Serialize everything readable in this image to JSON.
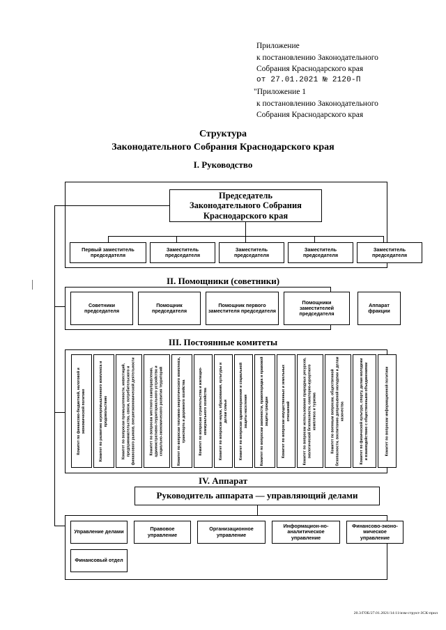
{
  "header": {
    "lines": [
      "Приложение",
      "к постановлению Законодательного",
      "Собрания Краснодарского края"
    ],
    "decree_line": "от 27.01.2021 № 2120-П",
    "quoted_lines": [
      "\"Приложение 1",
      "к постановлению Законодательного",
      "Собрания Краснодарского края"
    ]
  },
  "title": {
    "line1": "Структура",
    "line2": "Законодательного Собрания Краснодарского края"
  },
  "sections": {
    "s1": {
      "title": "I. Руководство"
    },
    "s2": {
      "title": "II. Помощники (советники)"
    },
    "s3": {
      "title": "III. Постоянные комитеты"
    },
    "s4": {
      "title": "IV. Аппарат"
    }
  },
  "leadership": {
    "chairman": "Председатель\nЗаконодательного Собрания\nКраснодарского края",
    "chairman_l1": "Председатель",
    "chairman_l2": "Законодательного Собрания",
    "chairman_l3": "Краснодарского края",
    "deputies": [
      "Первый заместитель председателя",
      "Заместитель председателя",
      "Заместитель председателя",
      "Заместитель председателя",
      "Заместитель председателя"
    ]
  },
  "assistants": {
    "items": [
      "Советники председателя",
      "Помощник председателя",
      "Помощник первого заместителя председателя",
      "Помощники заместителей председателя"
    ],
    "faction_office": "Аппарат фракции"
  },
  "committees": [
    "Комитет по финансово-бюджетной, налоговой и экономической политике",
    "Комитет по развитию агропромышленного комплекса и продовольствию",
    "Комитет по вопросам промышленности, инвестиций, предпринимательства, связи, потребительского и финансового рынков, внешнеэкономической деятельности",
    "Комитет по вопросам местного самоуправления, административно-территориального устройства и социально-экономического развития территорий",
    "Комитет по вопросам топливно-энергетического комплекса, транспорта и дорожного хозяйства",
    "Комитет по вопросам строительства и жилищно-коммунального хозяйства",
    "Комитет по вопросам науки, образования, культуры и делам семьи",
    "Комитет по вопросам здравоохранения и социальной защиты населения",
    "Комитет по вопросам законности, правопорядка и правовой защиты граждан",
    "Комитет по вопросам имущественных и земельных отношений",
    "Комитет по вопросам использования природных ресурсов, экологической безопасности, санаторно-курортного комплекса и туризма",
    "Комитет по военным вопросам, общественной безопасности, воспитанию допризывной молодежи и делам казачества",
    "Комитет по физической культуре, спорту, делам молодежи и взаимодействию с общественными объединениями",
    "Комитет по вопросам информационной политики"
  ],
  "apparatus": {
    "head": "Руководитель аппарата — управляющий делами",
    "units_row1": [
      "Управление делами",
      "Правовое управление",
      "Организационное управление",
      "Информацион-но-аналитическое управление",
      "Финансово-эконо-мическое управление"
    ],
    "units_row2": [
      "Финансовый отдел"
    ]
  },
  "footer": {
    "code": "20.3/ГОБ/27.01.2021/14:11/изм-структ-ЗСК-прил"
  },
  "colors": {
    "ink": "#000000",
    "page": "#ffffff"
  }
}
